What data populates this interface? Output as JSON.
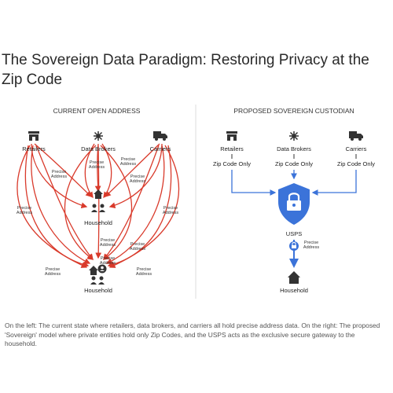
{
  "title": "The Sovereign Data Paradigm: Restoring Privacy at the Zip Code",
  "left_panel": {
    "heading": "CURRENT OPEN ADDRESS",
    "retailers": "Retailers",
    "data_brokers": "Data Brokers",
    "carriers": "Carriers",
    "edge_label": "Precise Address",
    "household_top": "Household",
    "household_bottom": "Household"
  },
  "right_panel": {
    "heading": "PROPOSED SOVEREIGN CUSTODIAN",
    "retailers": "Retailers",
    "data_brokers": "Data Brokers",
    "carriers": "Carriers",
    "zip_label": "Zip Code Only",
    "usps": "USPS",
    "edge_label": "Precise Address",
    "household": "Household"
  },
  "caption": "On the left: The current state where retailers, data brokers, and carriers all hold precise address data. On the right: The proposed 'Sovereign' model where private entities hold only Zip Codes, and the USPS acts as the exclusive secure gateway to the household.",
  "colors": {
    "red": "#d93a2b",
    "blue": "#3b73d9",
    "dark": "#333333"
  },
  "icons": [
    "store-icon",
    "hub-icon",
    "truck-icon",
    "house-icon",
    "people-icon",
    "shield-lock-icon",
    "lock-icon"
  ]
}
